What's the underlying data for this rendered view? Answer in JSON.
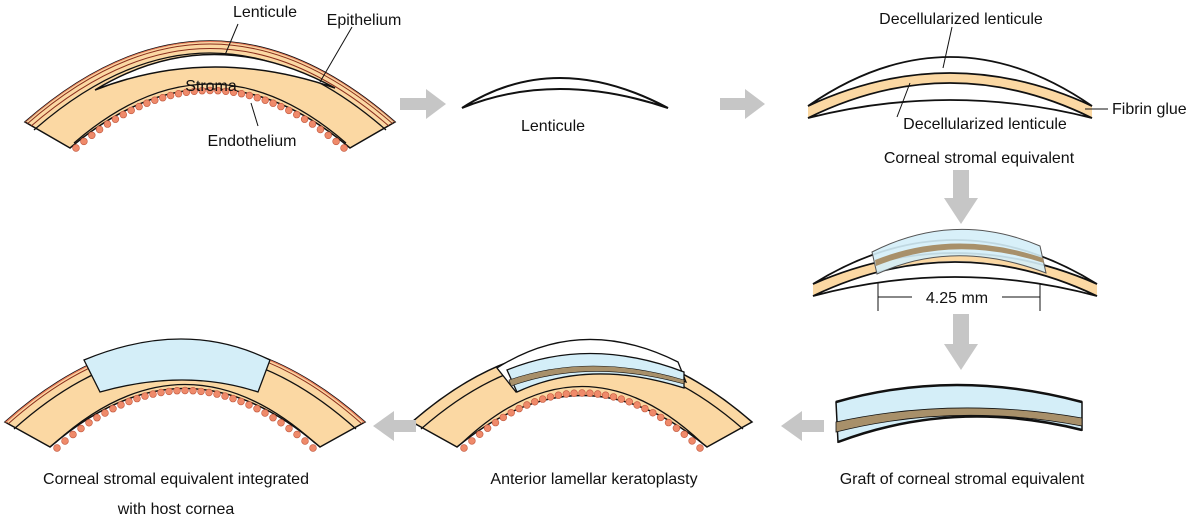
{
  "colors": {
    "stroma": "#fbd8a3",
    "epithelium": "#e97b5b",
    "endothelium_cells": "#ef8a6a",
    "graft": "#d4eef8",
    "fibrin_glue": "#a8906a",
    "arrow": "#c6c6c6",
    "outline": "#111111"
  },
  "labels": {
    "lenticule": "Lenticule",
    "epithelium": "Epithelium",
    "stroma": "Stroma",
    "endothelium": "Endothelium",
    "lenticule_extracted": "Lenticule",
    "decell_lenticule_top": "Decellularized lenticule",
    "decell_lenticule_bottom": "Decellularized lenticule",
    "fibrin_glue": "Fibrin glue",
    "corneal_stromal_equivalent": "Corneal stromal equivalent",
    "graft_diameter": "4.25 mm",
    "graft_caption": "Graft of corneal stromal equivalent",
    "keratoplasty_caption": "Anterior lamellar keratoplasty",
    "integrated_caption_line1": "Corneal stromal equivalent  integrated",
    "integrated_caption_line2": "with host cornea"
  }
}
